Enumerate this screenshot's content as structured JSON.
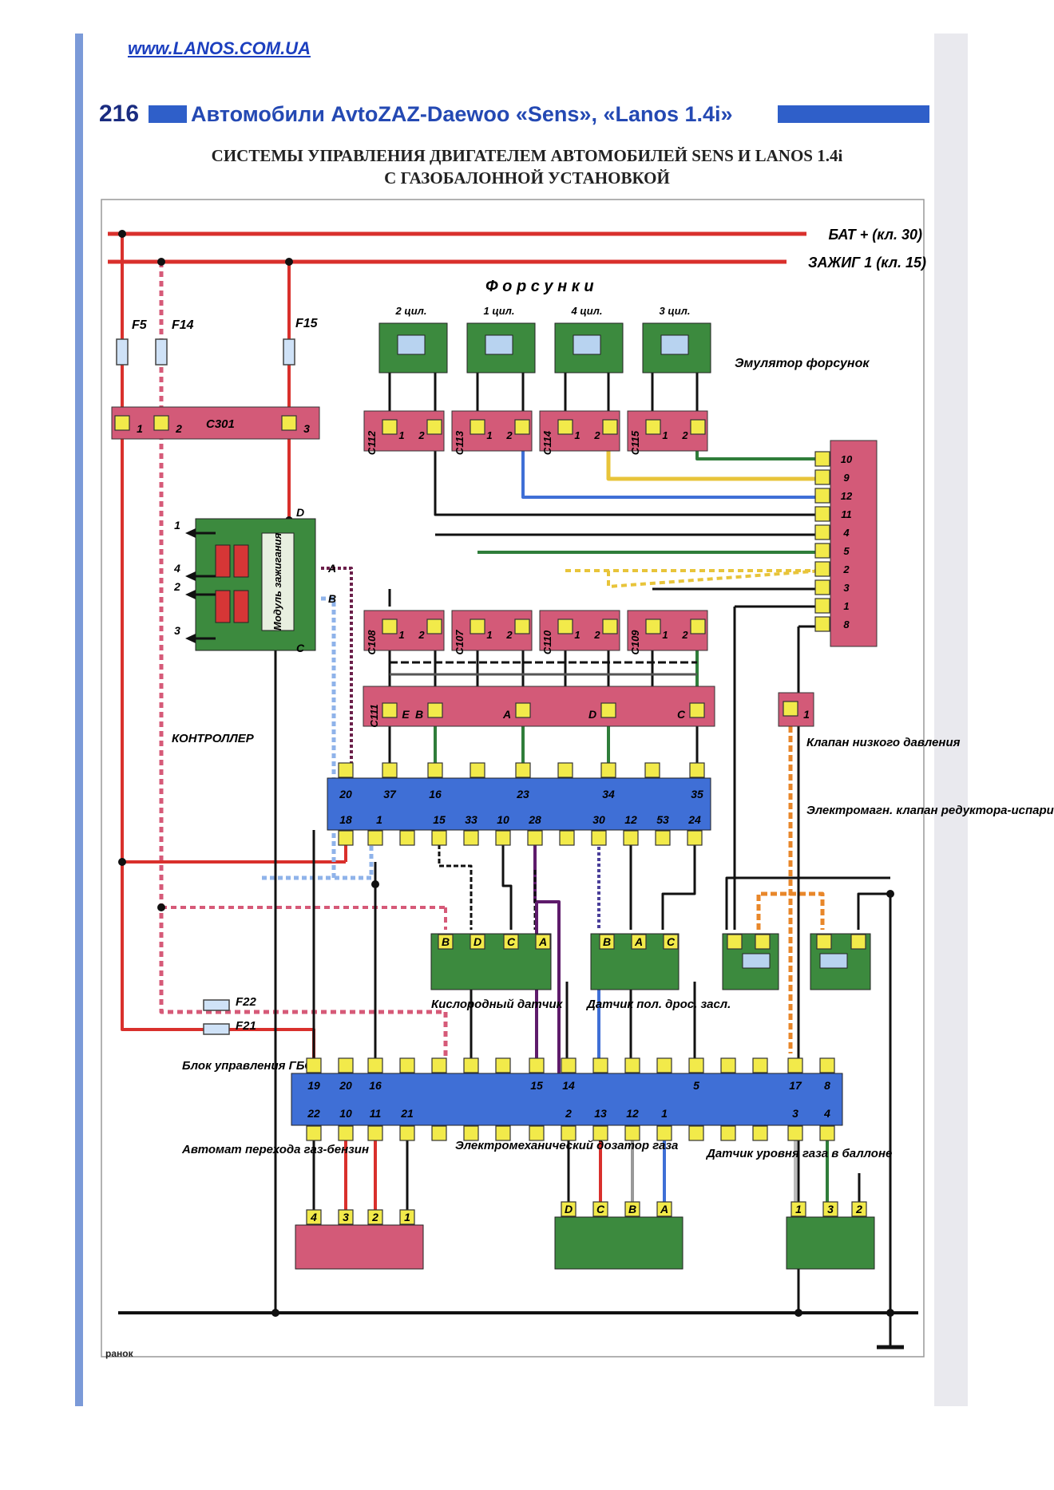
{
  "header": {
    "url": "www.LANOS.COM.UA",
    "page_number": "216",
    "book_title": "Автомобили AvtoZAZ-Daewoo «Sens», «Lanos 1.4i»",
    "heading_line1": "СИСТЕМЫ УПРАВЛЕНИЯ ДВИГАТЕЛЕМ АВТОМОБИЛЕЙ SENS И LANOS 1.4i",
    "heading_line2": "С ГАЗОБАЛОННОЙ УСТАНОВКОЙ"
  },
  "power": {
    "bat": "БАТ + (кл. 30)",
    "ign": "ЗАЖИГ 1 (кл. 15)"
  },
  "fuses": {
    "f5": "F5",
    "f14": "F14",
    "f15": "F15",
    "f22": "F22",
    "f21": "F21"
  },
  "injectors": {
    "title": "Ф о р с у н к и",
    "cyl": [
      "2 цил.",
      "1 цил.",
      "4 цил.",
      "3 цил."
    ]
  },
  "connectors": {
    "c301": "C301",
    "c301_pins": [
      "1",
      "2",
      "3"
    ],
    "top": [
      "C112",
      "C113",
      "C114",
      "C115"
    ],
    "mid": [
      "C108",
      "C107",
      "C110",
      "C109"
    ],
    "pin_pair": [
      "1",
      "2"
    ],
    "c111": "C111",
    "c111_pins": [
      "E",
      "B",
      "A",
      "D",
      "C"
    ]
  },
  "emulator": {
    "title": "Эмулятор форсунок",
    "pins": [
      "10",
      "9",
      "12",
      "11",
      "4",
      "5",
      "2",
      "3",
      "1",
      "8"
    ]
  },
  "ignition_module": {
    "label": "Модуль зажигания",
    "pins": [
      "D",
      "A",
      "B",
      "C"
    ],
    "outputs": [
      "1",
      "4",
      "2",
      "3"
    ]
  },
  "controller": {
    "label": "КОНТРОЛЛЕР",
    "top_pins": [
      "20",
      "37",
      "16",
      "23",
      "34",
      "35"
    ],
    "bottom_pins": [
      "18",
      "1",
      "15",
      "33",
      "10",
      "28",
      "30",
      "12",
      "53",
      "24"
    ]
  },
  "valves": {
    "low_pressure": "Клапан низкого давления",
    "low_pressure_pin": "1",
    "reducer": "Электромагн. клапан редуктора-испарителя"
  },
  "sensors": {
    "oxygen": "Кислородный датчик",
    "oxygen_pins": [
      "B",
      "D",
      "C",
      "A"
    ],
    "throttle": "Датчик пол. дрос. засл.",
    "throttle_pins": [
      "B",
      "A",
      "C"
    ]
  },
  "gbo": {
    "label": "Блок управления ГБО",
    "top_pins": [
      "19",
      "20",
      "16",
      "15",
      "14",
      "5",
      "17",
      "8"
    ],
    "bottom_pins": [
      "22",
      "10",
      "11",
      "21",
      "2",
      "13",
      "12",
      "1",
      "3",
      "4"
    ]
  },
  "bottom_units": {
    "switch": "Автомат перехода газ-бензин",
    "switch_pins": [
      "4",
      "3",
      "2",
      "1"
    ],
    "doser": "Электромеханический дозатор газа",
    "doser_pins": [
      "D",
      "C",
      "B",
      "A"
    ],
    "level": "Датчик уровня газа в баллоне",
    "level_pins": [
      "1",
      "3",
      "2"
    ]
  },
  "publisher_logo": "ранок",
  "colors": {
    "red": "#d9302c",
    "pink": "#d65a78",
    "green": "#2f7d3a",
    "blue": "#3f6fd6",
    "yellow": "#f2ea4a",
    "black": "#111111",
    "orange": "#e8872a"
  }
}
